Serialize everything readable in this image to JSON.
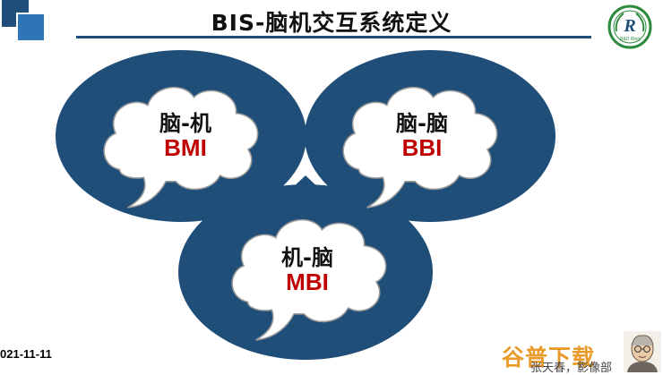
{
  "title": "BIS-脑机交互系统定义",
  "logo": {
    "letter": "R",
    "caption": "R&D Ring"
  },
  "nodes": [
    {
      "title": "脑-机",
      "code": "BMI"
    },
    {
      "title": "脑-脑",
      "code": "BBI"
    },
    {
      "title": "机-脑",
      "code": "MBI"
    }
  ],
  "footer": {
    "date": "021-11-11",
    "watermark": "谷普下载",
    "presenter": "张天春，影像部"
  },
  "colors": {
    "ellipse": "#1f4e79",
    "brain_fill": "#ffffff",
    "code_text": "#c00000",
    "title_rule": "#1f4e79"
  },
  "icons": [
    "brain-outline-icon",
    "logo-seal-icon",
    "avatar-icon"
  ]
}
